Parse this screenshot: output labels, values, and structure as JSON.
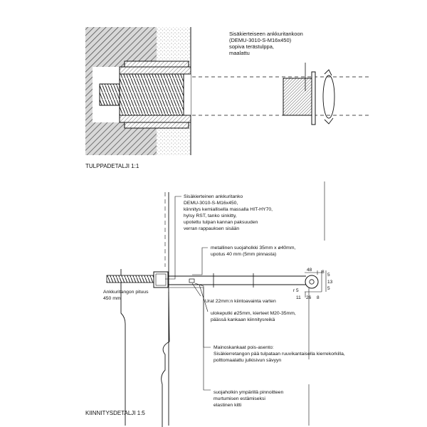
{
  "detail_top": {
    "title": "TULPPADETALJI 1:1",
    "note_lines": [
      "Sisäkierteiseen ankkuritankoon",
      "(DEMU-3010-S-M16x450)",
      "sopiva terästulppa,",
      "maalattu"
    ]
  },
  "detail_bottom": {
    "title": "KIINNITYSDETALJI 1:5",
    "note_anchor_lines": [
      "Sisäkierteinen ankkuritanko",
      "DEMU-3010-S-M16x450,",
      "kiinnitys kemiallisella massalla HIT-HY70,",
      "hylsy RST, tanko sinkitty,",
      "upotettu tulpan kannan paksuuden",
      "verran rappauksen sisään"
    ],
    "note_sleeve_lines": [
      "metallinen suojaholkki 35mm x ø40mm,",
      "upotus 40 mm (5mm pinnasta)"
    ],
    "note_grooves": "Urat 22mm:n kiintoavainta varten",
    "note_pipe_lines": [
      "ulokeputki ø25mm, kierteet M20-35mm,",
      "päässä kankaan kiinnitysreikä"
    ],
    "note_removed_lines": [
      "Mainoskankaat pois-asento:",
      "Sisäkierretangon pää tulpataan ruuvikantaisella kierrekorkilla,",
      "polttomaalattu julkisivun sävyyn"
    ],
    "note_coating_lines": [
      "suojaholkin ympärillä pinnoitteen",
      "murtumisen estämiseksi",
      "elastinen kitti"
    ],
    "note_length_lines": [
      "Ankkuritangon pituus",
      "450 mm"
    ],
    "dimensions": {
      "d48": "48",
      "d8a": "8",
      "d5a": "5",
      "d13": "13",
      "d5b": "5",
      "r5": "r 5",
      "d11": "11",
      "d26": "26",
      "d8b": "8"
    }
  }
}
